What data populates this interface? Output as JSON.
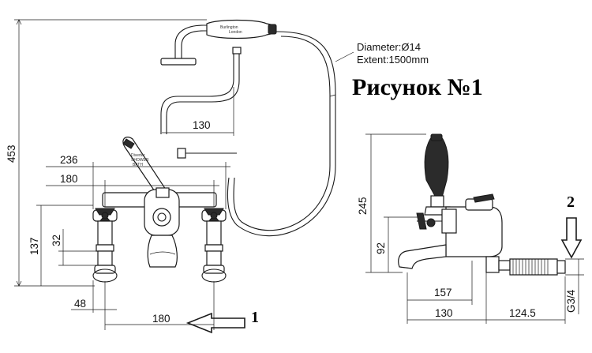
{
  "title": "Рисунок №1",
  "hose_note": {
    "diameter": "Diameter:Ø14",
    "extent": "Extent:1500mm"
  },
  "handset_brand": [
    "Burlington",
    "London"
  ],
  "lever_label": [
    "Diverter",
    "SHOWER",
    "BATH"
  ],
  "front_view_dimensions": {
    "height_total": "453",
    "width_236": "236",
    "width_180_top": "180",
    "handset_offset": "130",
    "height_137": "137",
    "height_32": "32",
    "offset_48": "48",
    "width_180_bottom": "180"
  },
  "side_view_dimensions": {
    "height_245": "245",
    "height_92": "92",
    "depth_157": "157",
    "depth_130": "130",
    "depth_124_5": "124.5",
    "thread": "G3/4"
  },
  "callouts": {
    "one": "1",
    "two": "2"
  }
}
